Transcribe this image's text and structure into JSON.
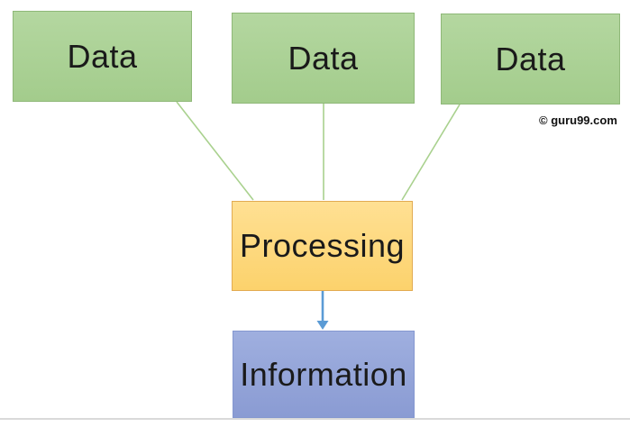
{
  "diagram": {
    "nodes": [
      {
        "id": "data-1",
        "label": "Data"
      },
      {
        "id": "data-2",
        "label": "Data"
      },
      {
        "id": "data-3",
        "label": "Data"
      },
      {
        "id": "processing",
        "label": "Processing"
      },
      {
        "id": "information",
        "label": "Information"
      }
    ],
    "watermark": "© guru99.com",
    "colors": {
      "green_fill_top": "#b4d7a0",
      "green_fill_bottom": "#a3cc8c",
      "green_border": "#8fb878",
      "orange_fill_top": "#ffe093",
      "orange_fill_bottom": "#fcd26c",
      "orange_border": "#e2ab52",
      "blue_fill_top": "#9fafdf",
      "blue_fill_bottom": "#8a9bd3",
      "blue_border": "#8497d0",
      "connector_green": "#a9d18e",
      "arrow_blue": "#5b9bd5",
      "text_color": "#1a1a1a",
      "bottom_line": "#d9d9d9"
    }
  }
}
